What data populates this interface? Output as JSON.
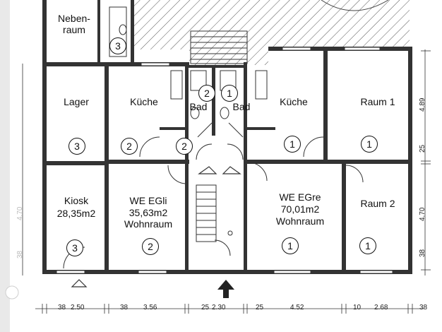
{
  "rooms": {
    "nebenraum": "Neben-\nraum",
    "lager": "Lager",
    "kiosk_name": "Kiosk",
    "kiosk_area": "28,35m2",
    "kueche_left": "Küche",
    "bad_left": "Bad",
    "bad_right": "Bad",
    "kueche_right": "Küche",
    "raum1": "Raum 1",
    "raum2": "Raum 2",
    "we_egli_name": "WE EGli",
    "we_egli_area": "35,63m2",
    "we_egli_type": "Wohnraum",
    "we_egre_name": "WE EGre",
    "we_egre_area": "70,01m2",
    "we_egre_type": "Wohnraum"
  },
  "unit_numbers": {
    "nebenraum": "3",
    "lager": "3",
    "kiosk": "3",
    "kueche_left": "2",
    "flur_left": "2",
    "bad_left": "2",
    "bad_right": "1",
    "kueche_right": "1",
    "raum1": "1",
    "we_egli": "2",
    "we_egre": "1",
    "raum2": "1"
  },
  "dimensions_bottom": [
    "38",
    "2.50",
    "38",
    "3.56",
    "25",
    "2.30",
    "25",
    "4.52",
    "10",
    "2.68",
    "38"
  ],
  "dimensions_right": [
    "4.89",
    "25",
    "4.70",
    "38"
  ],
  "dimensions_left": [
    "4.70",
    "38"
  ],
  "colors": {
    "wall": "#333333",
    "paper": "#ffffff",
    "ink": "#111111"
  }
}
